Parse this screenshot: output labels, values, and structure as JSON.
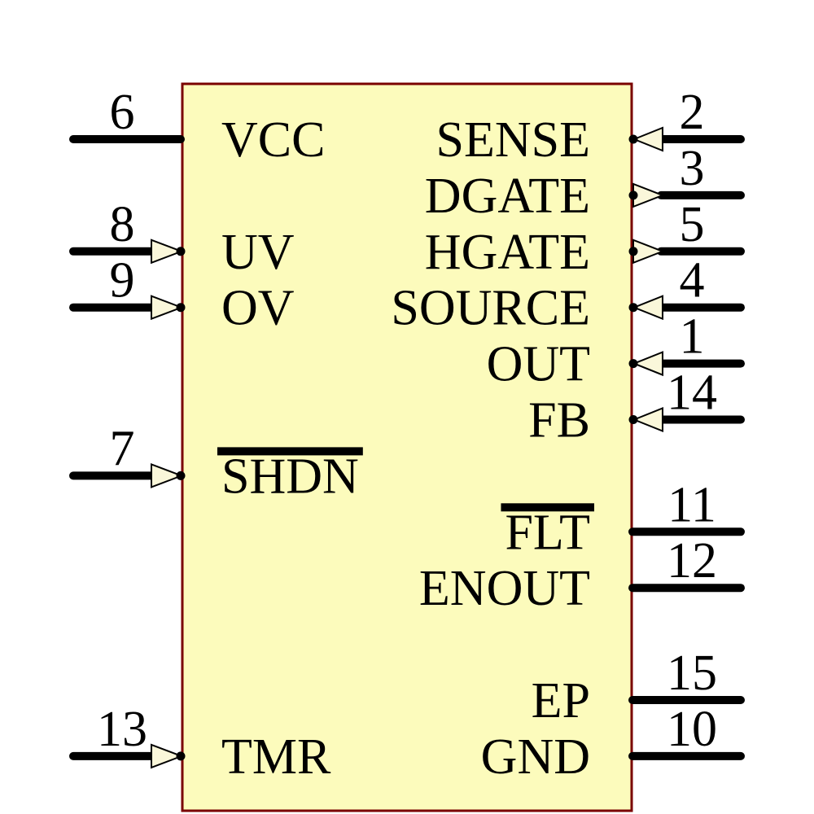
{
  "figure": {
    "kind": "ic-schematic-symbol",
    "colors": {
      "background": "#ffffff",
      "body_fill": "#fcfbbc",
      "body_border": "#7a0000",
      "wire": "#000000",
      "arrow_fill": "#faf7da",
      "text": "#000000"
    },
    "pins": [
      {
        "number": "6",
        "name": "VCC",
        "side": "left",
        "row": 0,
        "arrow": "none",
        "overline": false
      },
      {
        "number": "2",
        "name": "SENSE",
        "side": "right",
        "row": 0,
        "arrow": "in",
        "overline": false
      },
      {
        "number": "3",
        "name": "DGATE",
        "side": "right",
        "row": 1,
        "arrow": "out",
        "overline": false
      },
      {
        "number": "8",
        "name": "UV",
        "side": "left",
        "row": 2,
        "arrow": "in",
        "overline": false
      },
      {
        "number": "5",
        "name": "HGATE",
        "side": "right",
        "row": 2,
        "arrow": "out",
        "overline": false
      },
      {
        "number": "9",
        "name": "OV",
        "side": "left",
        "row": 3,
        "arrow": "in",
        "overline": false
      },
      {
        "number": "4",
        "name": "SOURCE",
        "side": "right",
        "row": 3,
        "arrow": "in",
        "overline": false
      },
      {
        "number": "1",
        "name": "OUT",
        "side": "right",
        "row": 4,
        "arrow": "in",
        "overline": false
      },
      {
        "number": "14",
        "name": "FB",
        "side": "right",
        "row": 5,
        "arrow": "in",
        "overline": false
      },
      {
        "number": "7",
        "name": "SHDN",
        "side": "left",
        "row": 6,
        "arrow": "in",
        "overline": true
      },
      {
        "number": "11",
        "name": "FLT",
        "side": "right",
        "row": 7,
        "arrow": "none",
        "overline": true
      },
      {
        "number": "12",
        "name": "ENOUT",
        "side": "right",
        "row": 8,
        "arrow": "none",
        "overline": false
      },
      {
        "number": "15",
        "name": "EP",
        "side": "right",
        "row": 10,
        "arrow": "none",
        "overline": false
      },
      {
        "number": "10",
        "name": "GND",
        "side": "right",
        "row": 11,
        "arrow": "none",
        "overline": false
      },
      {
        "number": "13",
        "name": "TMR",
        "side": "left",
        "row": 11,
        "arrow": "in",
        "overline": false
      }
    ]
  }
}
